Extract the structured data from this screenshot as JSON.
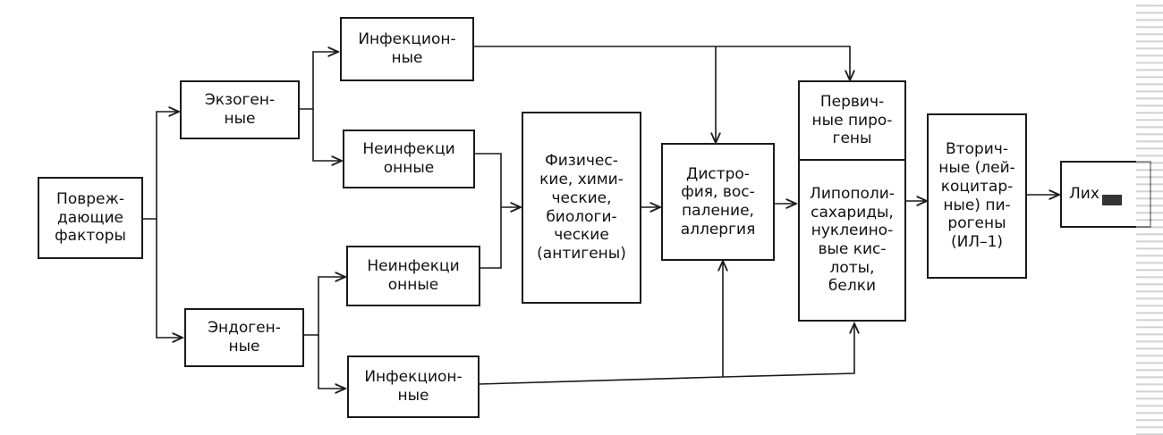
{
  "diagram": {
    "nodes": {
      "damaging_factors": "Повреж-\nдающие\nфакторы",
      "exogenous": "Экзоген-\nные",
      "endogenous": "Эндоген-\nные",
      "exo_infectious": "Инфекцион-\nные",
      "exo_noninfectious": "Неинфекци\nонные",
      "endo_noninfectious": "Неинфекци\nонные",
      "endo_infectious": "Инфекцион-\nные",
      "physical_chemical": "Физичес-\nкие, хими-\nческие,\nбиологи-\nческие\n(антигены)",
      "dystrophy": "Дистро-\nфия, вос-\nпаление,\nаллергия",
      "primary_pyrogens": "Первич-\nные пиро-\nгены",
      "lipopolysaccharides": "Липополи-\nсахариды,\nнуклеино-\nвые кис-\nлоты,\nбелки",
      "secondary_pyrogens": "Вторич-\nные (лей-\nкоцитар-\nные) пи-\nрогены\n(ИЛ–1)",
      "cut_off_box": "Лих"
    },
    "colors": {
      "ink": "#1a1a1a",
      "paper": "#ffffff"
    }
  }
}
